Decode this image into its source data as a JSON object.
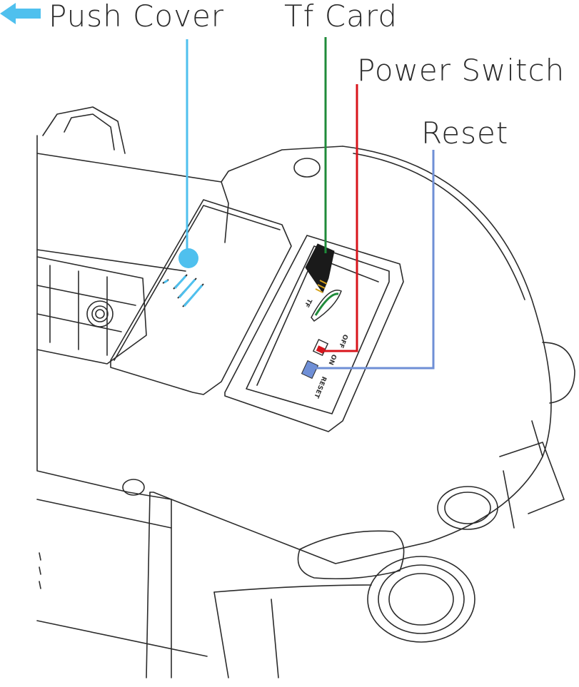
{
  "labels": {
    "push_cover": "Push Cover",
    "tf_card": "Tf Card",
    "power_switch": "Power Switch",
    "reset": "Reset"
  },
  "device_markings": {
    "tf": "TF",
    "off": "OFF",
    "on": "ON",
    "reset": "RESET"
  },
  "colors": {
    "push_cover": "#4fc0ee",
    "tf_card": "#1f8b3a",
    "power_switch": "#d8141b",
    "reset": "#6f8fd6",
    "outline": "#2b2b2b"
  },
  "icons": {
    "arrow": "arrow-left-icon"
  }
}
